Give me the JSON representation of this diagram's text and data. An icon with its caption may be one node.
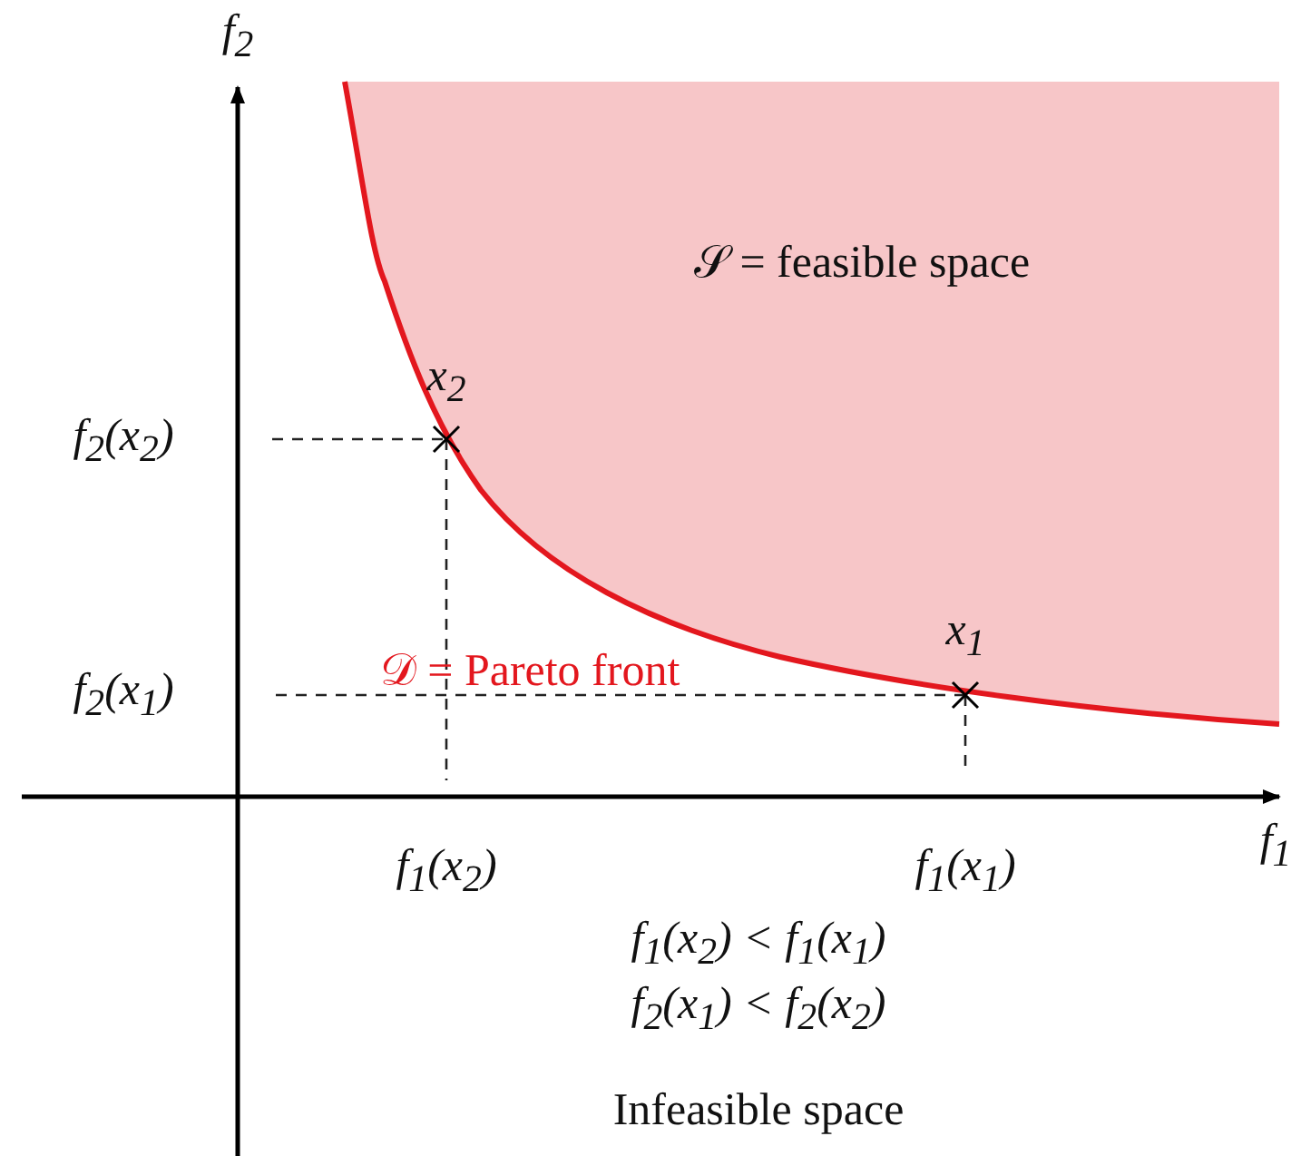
{
  "diagram": {
    "labels": [
      "f$_{2}$",
      "𝒮 = feasible space",
      "x$_{2}$",
      "f$_{2}$(x$_{2}$)",
      "x$_{1}$",
      "𝒟 = Pareto front",
      "f$_{2}$(x$_{1}$)",
      "f$_{1}$",
      "f$_{1}$(x$_{2}$)",
      "f$_{1}$(x$_{1}$)",
      "f$_{1}$(x$_{2}$) < f$_{1}$(x$_{1}$)",
      "f$_{2}$(x$_{1}$) < f$_{2}$(x$_{2}$)",
      "Infeasible space"
    ]
  }
}
